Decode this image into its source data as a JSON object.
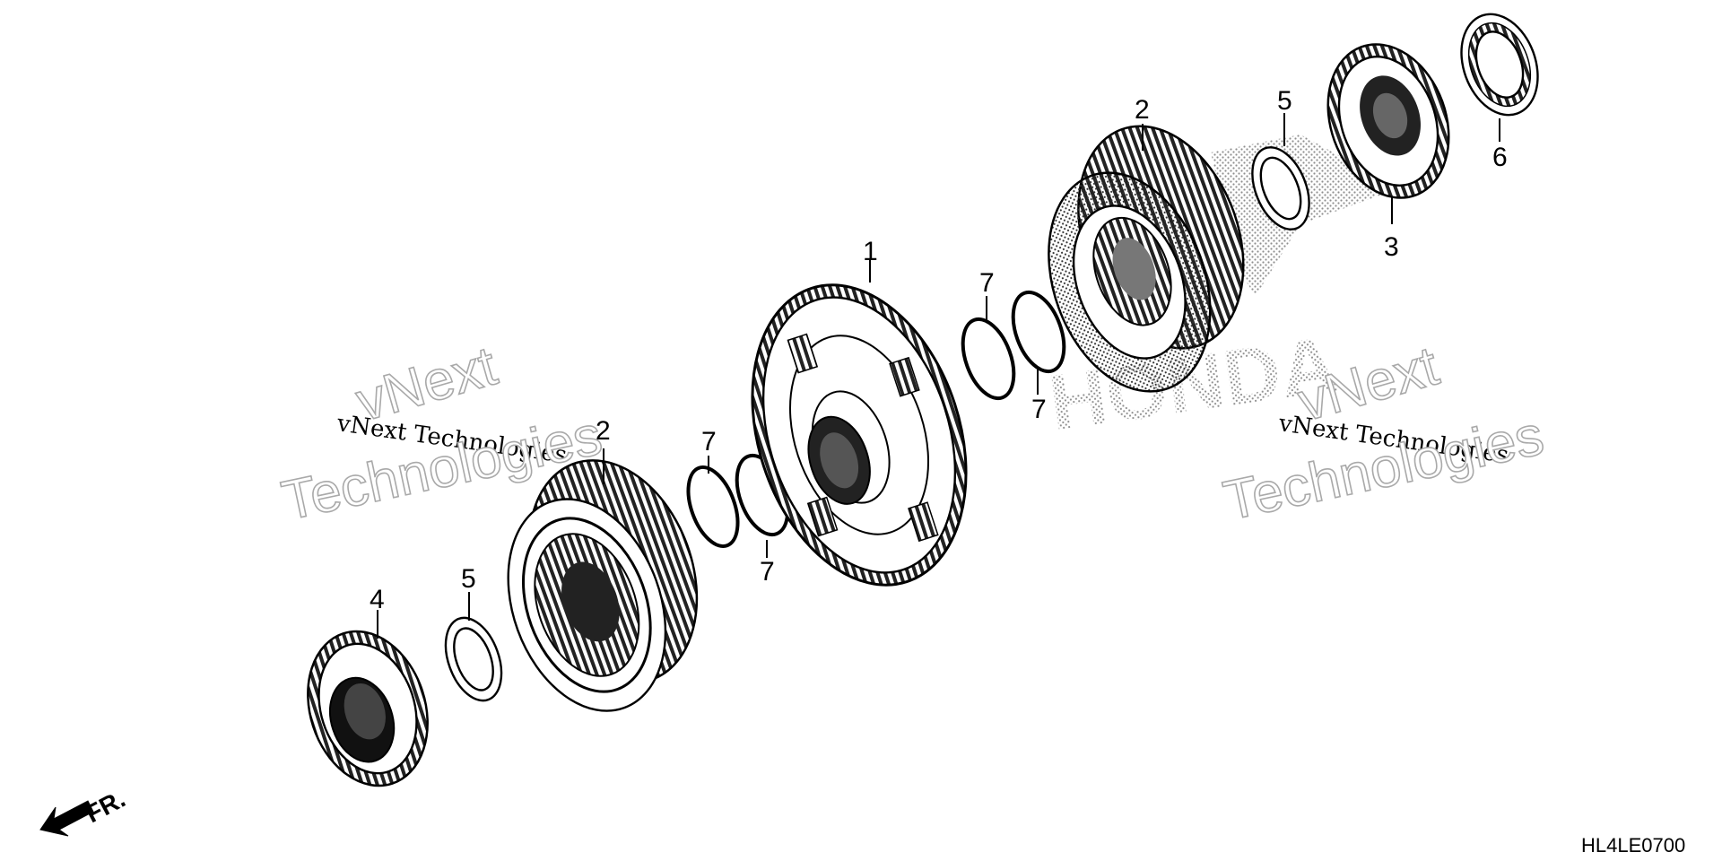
{
  "callouts": {
    "c1": "1",
    "c2a": "2",
    "c2b": "2",
    "c3": "3",
    "c4": "4",
    "c5a": "5",
    "c5b": "5",
    "c6": "6",
    "c7a": "7",
    "c7b": "7",
    "c7c": "7",
    "c7d": "7"
  },
  "watermarks": {
    "left_small": "vNext Technologies",
    "left_big_1": "vNext",
    "left_big_2": "Technologies",
    "right_small": "vNext Technologies",
    "right_big_1": "vNext",
    "right_big_2": "Technologies"
  },
  "logo_text": "HONDA",
  "direction": {
    "label": "FR.",
    "icon": "front-direction-arrow-icon"
  },
  "diagram_code": "HL4LE0700"
}
